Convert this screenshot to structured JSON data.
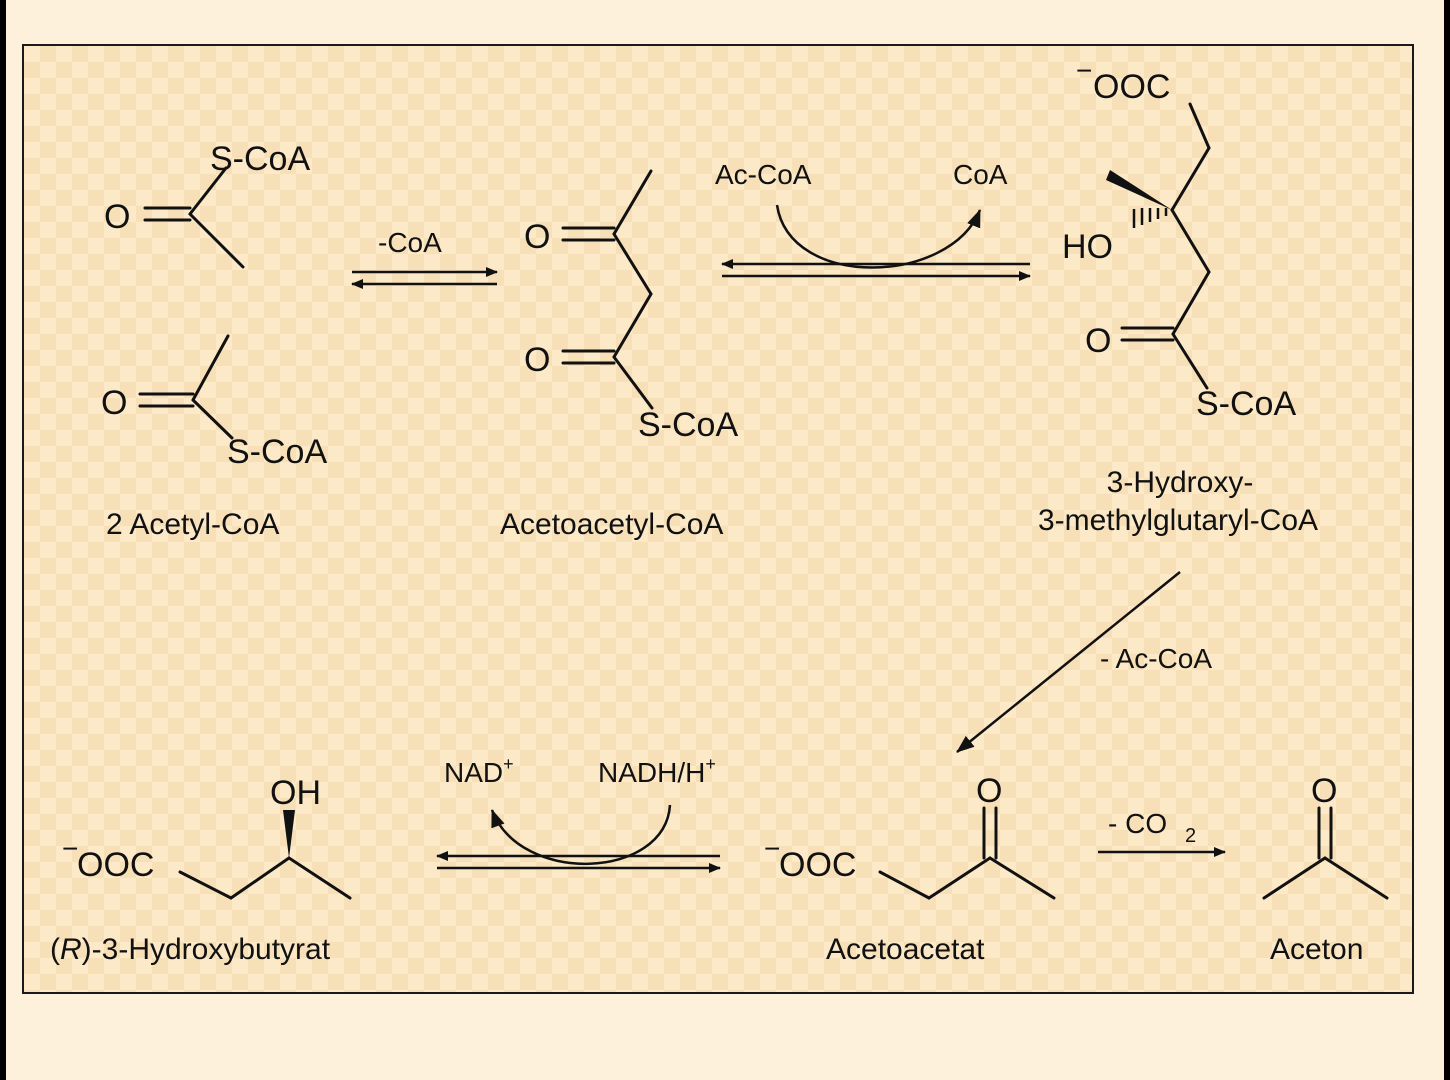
{
  "molecules": {
    "acetyl_coa": {
      "name": "2 Acetyl-CoA",
      "scoa": "S-CoA",
      "oxygen": "O"
    },
    "acetoacetyl_coa": {
      "name": "Acetoacetyl-CoA",
      "scoa": "S-CoA",
      "oxygen": "O"
    },
    "hmg_coa": {
      "name_line1": "3-Hydroxy-",
      "name_line2": "3-methylglutaryl-CoA",
      "carboxylate": "OOC",
      "charge": "−",
      "hydroxyl": "HO",
      "scoa": "S-CoA",
      "oxygen": "O"
    },
    "hydroxybutyrate": {
      "name_prefix": "(",
      "name_italic": "R",
      "name_suffix": ")-3-Hydroxybutyrat",
      "carboxylate": "OOC",
      "charge": "−",
      "hydroxyl": "OH"
    },
    "acetoacetate": {
      "name": "Acetoacetat",
      "carboxylate": "OOC",
      "charge": "−",
      "oxygen": "O"
    },
    "acetone": {
      "name": "Aceton",
      "oxygen": "O"
    }
  },
  "reactions": {
    "step1": {
      "label": "-CoA"
    },
    "step2": {
      "in": "Ac-CoA",
      "out": "CoA"
    },
    "step3": {
      "label": "- Ac-CoA"
    },
    "step4": {
      "nad": "NAD",
      "plus": "+",
      "nadh": "NADH/H",
      "plus2": "+"
    },
    "step5": {
      "label": "- CO",
      "subscript": "2"
    }
  },
  "colors": {
    "background": "#fbe9c8",
    "ink": "#111111"
  }
}
